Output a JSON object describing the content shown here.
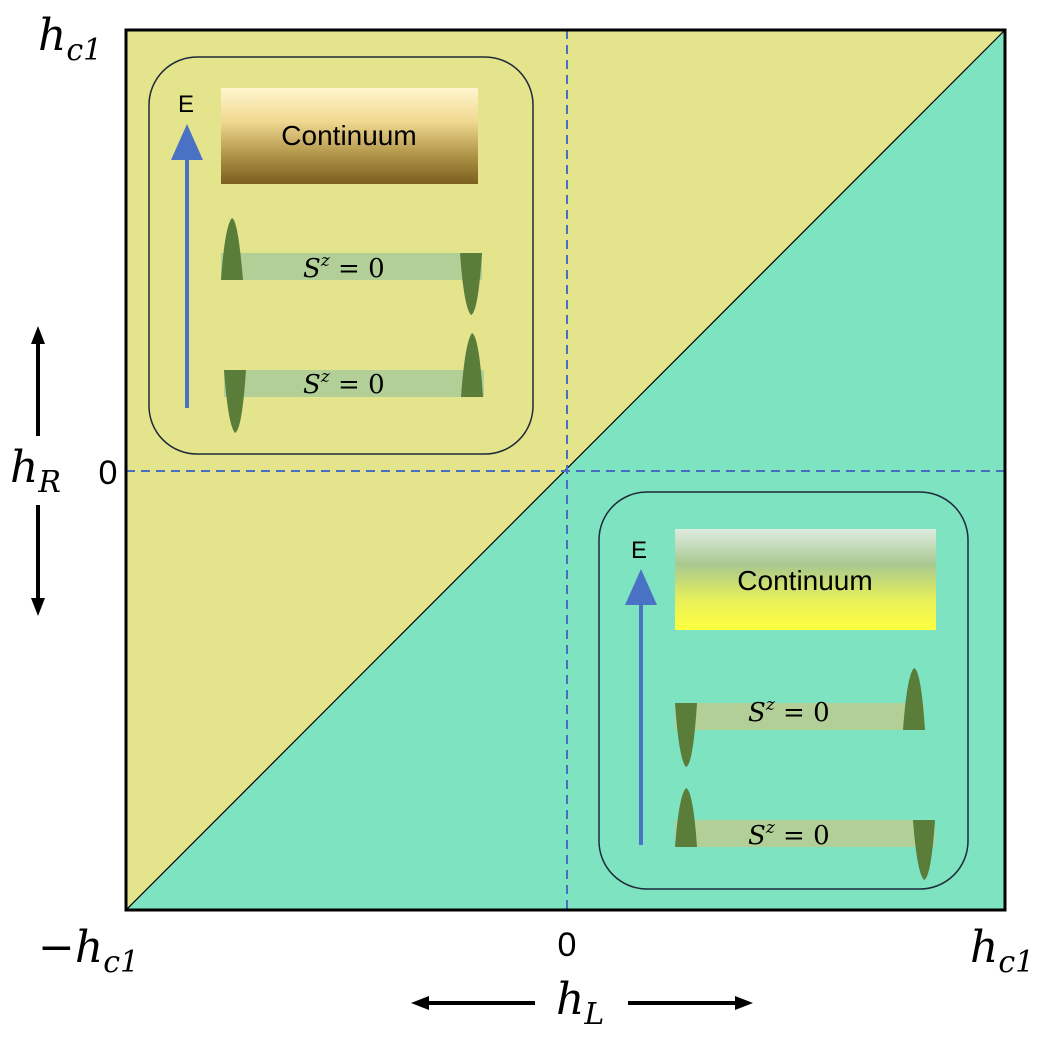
{
  "axes": {
    "top_left_label": "h",
    "top_left_sub": "c1",
    "bottom_left_minus": "−",
    "bottom_left_label": "h",
    "bottom_left_sub": "c1",
    "bottom_right_label": "h",
    "bottom_right_sub": "c1",
    "x_zero": "0",
    "y_zero": "0",
    "x_axis_label": "h",
    "x_axis_sub": "L",
    "y_axis_label": "h",
    "y_axis_sub": "R"
  },
  "colors": {
    "upper_region": "#e4e48c",
    "lower_region": "#7de3c1",
    "dashed_line": "#4a6fc0",
    "energy_arrow": "#4a72c4",
    "mode_bar": "#b3cf98",
    "mode_peak": "#5a7d3a"
  },
  "inset_upper": {
    "energy_label": "E",
    "continuum_label": "Continuum",
    "mode1_label": "S",
    "mode1_sup": "z",
    "mode1_value": " = 0",
    "mode2_label": "S",
    "mode2_sup": "z",
    "mode2_value": " = 0"
  },
  "inset_lower": {
    "energy_label": "E",
    "continuum_label": "Continuum",
    "mode1_label": "S",
    "mode1_sup": "z",
    "mode1_value": " = 0",
    "mode2_label": "S",
    "mode2_sup": "z",
    "mode2_value": " = 0"
  }
}
